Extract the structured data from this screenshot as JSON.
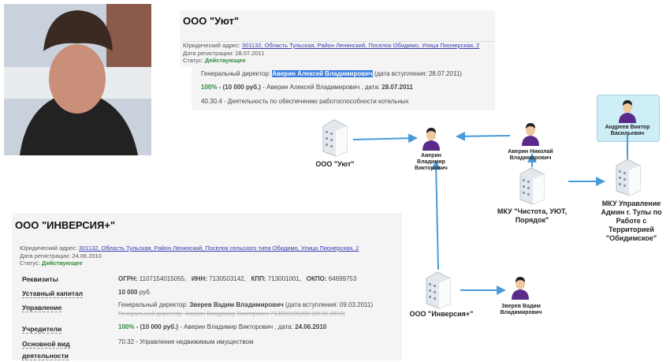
{
  "uyut": {
    "title": "ООО \"Уют\"",
    "address_label": "Юридический адрес:",
    "address": "301132, Область Тульская, Район Ленинский, Поселок Обидимо, Улица Пионерская, 2",
    "reg_label": "Дата регистрации:",
    "reg_date": "28.07.2011",
    "status_label": "Статус:",
    "status": "Действующее",
    "director_prefix": "Генеральный директор:",
    "director": "Аверин Алексей Владимирович",
    "director_suffix": "(дата вступления: 28.07.2011)",
    "share_pct": "100%",
    "share_amount": "- (10 000 руб.)",
    "share_owner": "- Аверин Алексей Владимирович , дата:",
    "share_date": "28.07.2011",
    "activity": "40.30.4 - Деятельность по обеспечению работоспособности котельных"
  },
  "inversiya": {
    "title": "ООО \"ИНВЕРСИЯ+\"",
    "address_label": "Юридический адрес:",
    "address": "301132, Область Тульская, Район Ленинский, Поселок сельского типа Обидимо, Улица Пионерская, 2",
    "reg_label": "Дата регистрации:",
    "reg_date": "24.06.2010",
    "status_label": "Статус:",
    "status": "Действующее",
    "rows": {
      "rekv_label": "Реквизиты",
      "ogrn_l": "ОГРН:",
      "ogrn": "1107154015055,",
      "inn_l": "ИНН:",
      "inn": "7130503142,",
      "kpp_l": "КПП:",
      "kpp": "713001001,",
      "okpo_l": "ОКПО:",
      "okpo": "64699753",
      "capital_label": "Уставный капитал",
      "capital": "10 000",
      "capital_unit": "руб.",
      "mgmt_label": "Управление",
      "mgmt_prefix": "Генеральный директор:",
      "mgmt_name": "Зверев Вадим Владимирович",
      "mgmt_suffix": "(дата вступления: 09.03.2011)",
      "mgmt_old": "Генеральный директор- Аверин Владимир Викторович 713000186300 (28.06.2010)",
      "founders_label": "Учредители",
      "share_pct": "100%",
      "share_amount": "- (10 000 руб.)",
      "share_owner": "- Аверин Владимир Викторович , дата:",
      "share_date": "24.06.2010",
      "activity_label1": "Основной вид",
      "activity_label2": "деятельности",
      "activity": "70.32 - Управление недвижимым имуществом"
    }
  },
  "diagram": {
    "uyut": "ООО \"Уют\"",
    "averin_v": "Аверин Владимир Викторович",
    "averin_n": "Аверин Николай Владимирович",
    "chistota": "МКУ \"Чистота, УЮТ, Порядок\"",
    "andreev": "Андреев Виктор Васильевич",
    "mku_upr": "МКУ Управление Админ г. Тулы по Работе с Территорией \"Обидимское\"",
    "inversiya": "ООО \"Инверсия+\"",
    "zverev": "Зверев Вадим Владимирович"
  }
}
